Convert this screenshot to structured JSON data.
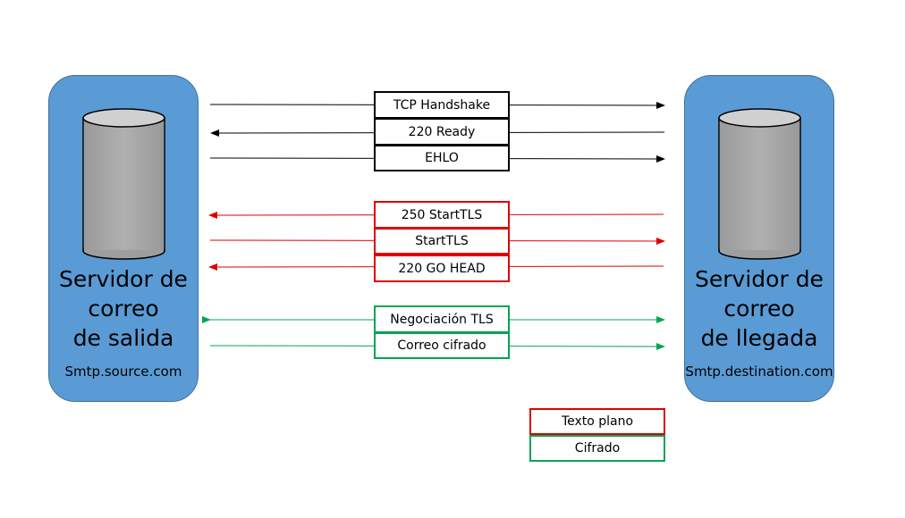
{
  "servers": {
    "source": {
      "name": "Servidor de\ncorreo\nde salida",
      "host": "Smtp.source.com"
    },
    "destination": {
      "name": "Servidor de\ncorreo\nde llegada",
      "host": "Smtp.destination.com"
    }
  },
  "messages": [
    {
      "label": "TCP Handshake",
      "direction": "to-destination",
      "encoding": "plain-black"
    },
    {
      "label": "220 Ready",
      "direction": "to-source",
      "encoding": "plain-black"
    },
    {
      "label": "EHLO",
      "direction": "to-destination",
      "encoding": "plain-black"
    },
    {
      "label": "250 StartTLS",
      "direction": "to-source",
      "encoding": "plain"
    },
    {
      "label": "StartTLS",
      "direction": "to-destination",
      "encoding": "plain"
    },
    {
      "label": "220 GO HEAD",
      "direction": "to-source",
      "encoding": "plain"
    },
    {
      "label": "Negociación TLS",
      "direction": "both",
      "encoding": "encrypted"
    },
    {
      "label": "Correo cifrado",
      "direction": "to-destination",
      "encoding": "encrypted"
    }
  ],
  "legend": {
    "plain": "Texto plano",
    "encrypted": "Cifrado"
  },
  "colors": {
    "server_fill": "#5b9bd5",
    "plain": "#e00000",
    "encrypted": "#00a550",
    "default": "#000000"
  }
}
